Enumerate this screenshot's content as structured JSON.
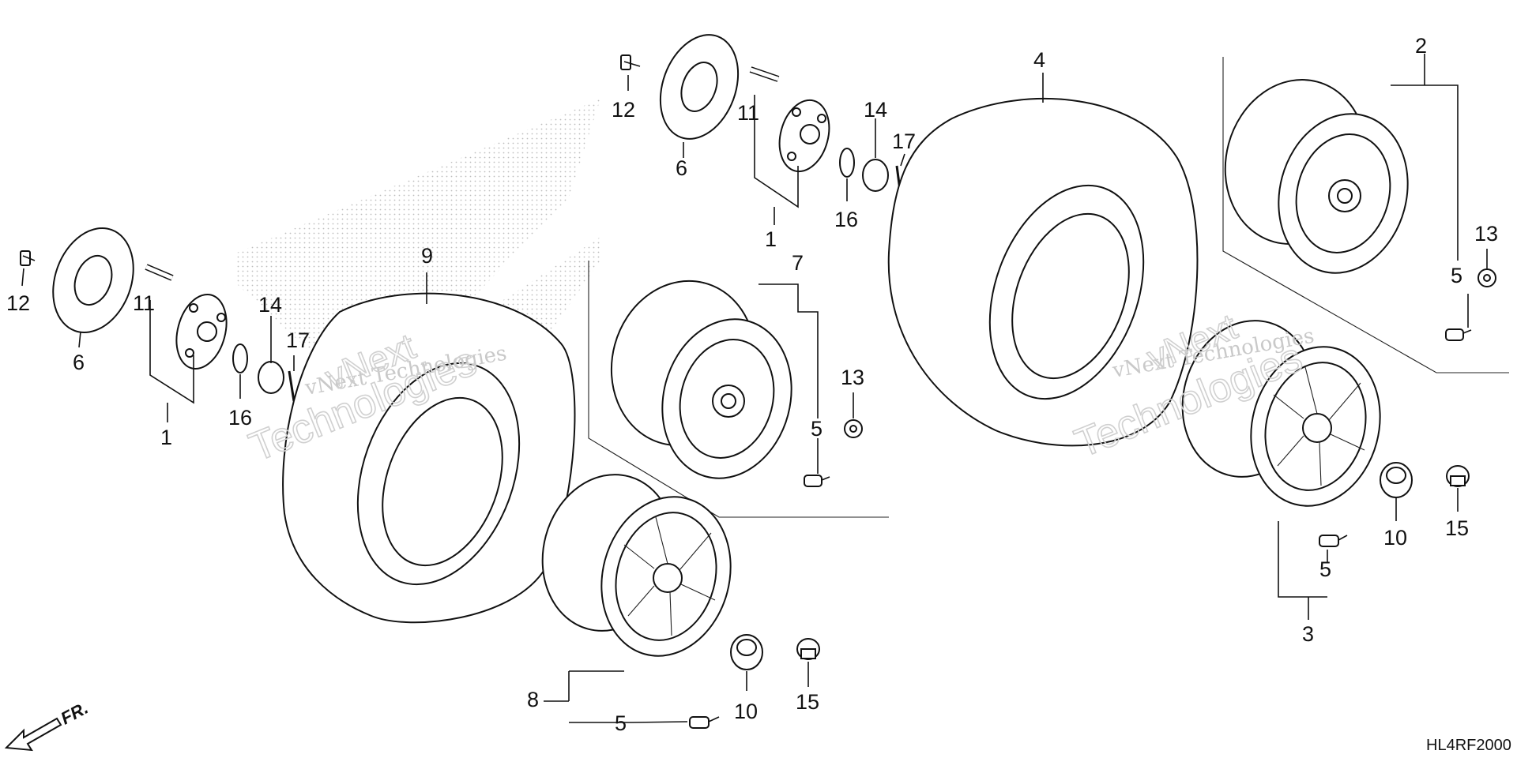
{
  "diagram": {
    "part_code": "HL4RF2000",
    "direction_label": "FR.",
    "watermark_lines": [
      "vNext",
      "Technologies",
      "vNext Technologies"
    ],
    "callouts": {
      "hub": "1",
      "rear_steel_wheel": "2",
      "rear_alloy_wheel": "3",
      "rear_tire": "4",
      "valve": "5",
      "brake_disc": "6",
      "front_steel_wheel": "7",
      "front_alloy_wheel": "8",
      "front_tire": "9",
      "cap_nut": "10",
      "hub_bolt": "11",
      "disc_bolt": "12",
      "wheel_nut": "13",
      "castle_nut": "14",
      "lug_nut": "15",
      "washer": "16",
      "cotter_pin": "17"
    }
  }
}
